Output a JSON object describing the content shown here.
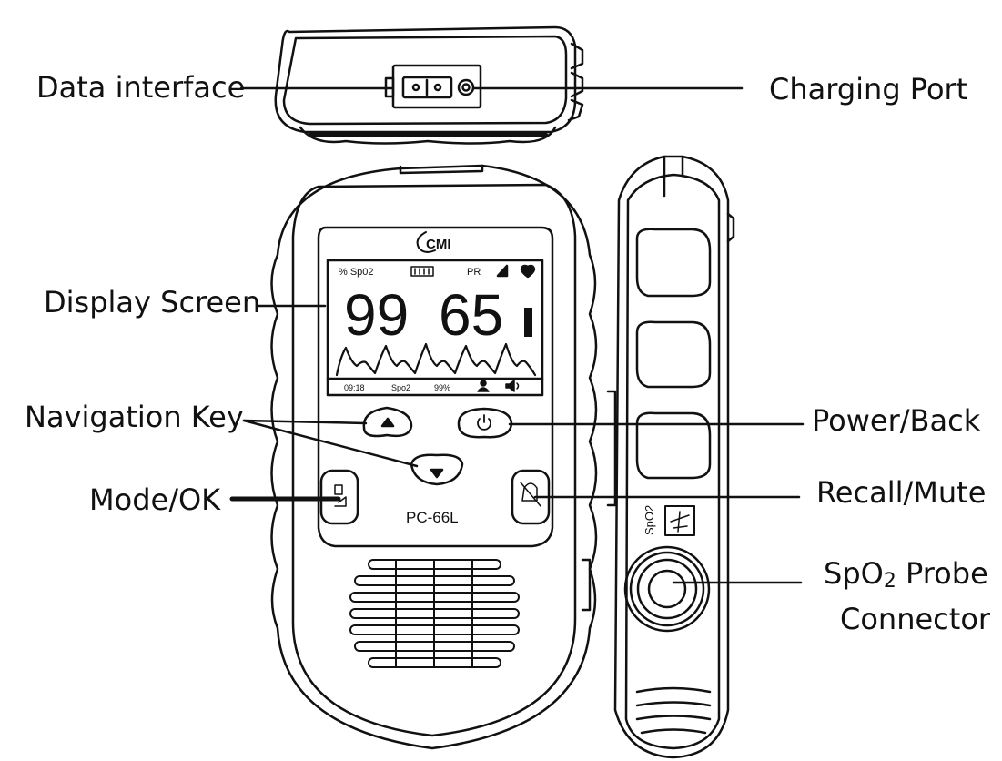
{
  "labels": {
    "data_interface": "Data interface",
    "charging_port": "Charging Port",
    "display_screen": "Display Screen",
    "navigation_key": "Navigation Key",
    "power_back": "Power/Back",
    "mode_ok": "Mode/OK",
    "recall_mute": "Recall/Mute",
    "probe_connector_line1_prefix": "SpO",
    "probe_connector_line1_sub": "2",
    "probe_connector_line1_suffix": " Probe",
    "probe_connector_line2": "Connector"
  },
  "screen": {
    "brand": "CMI",
    "unit_spo2": "% Sp02",
    "pr_label": "PR",
    "spo2_value": "99",
    "pr_value": "65",
    "time": "09:18",
    "status_label": "Spo2",
    "status_value": "99%"
  },
  "device": {
    "model": "PC-66L",
    "side_label": "SpO2"
  },
  "icons": [
    "battery-icon",
    "signal-icon",
    "heart-icon",
    "pleth-waveform",
    "person-icon",
    "speaker-icon",
    "up-arrow-icon",
    "down-arrow-icon",
    "power-icon",
    "mode-icon",
    "mute-bell-icon",
    "sensor-symbol-icon"
  ]
}
